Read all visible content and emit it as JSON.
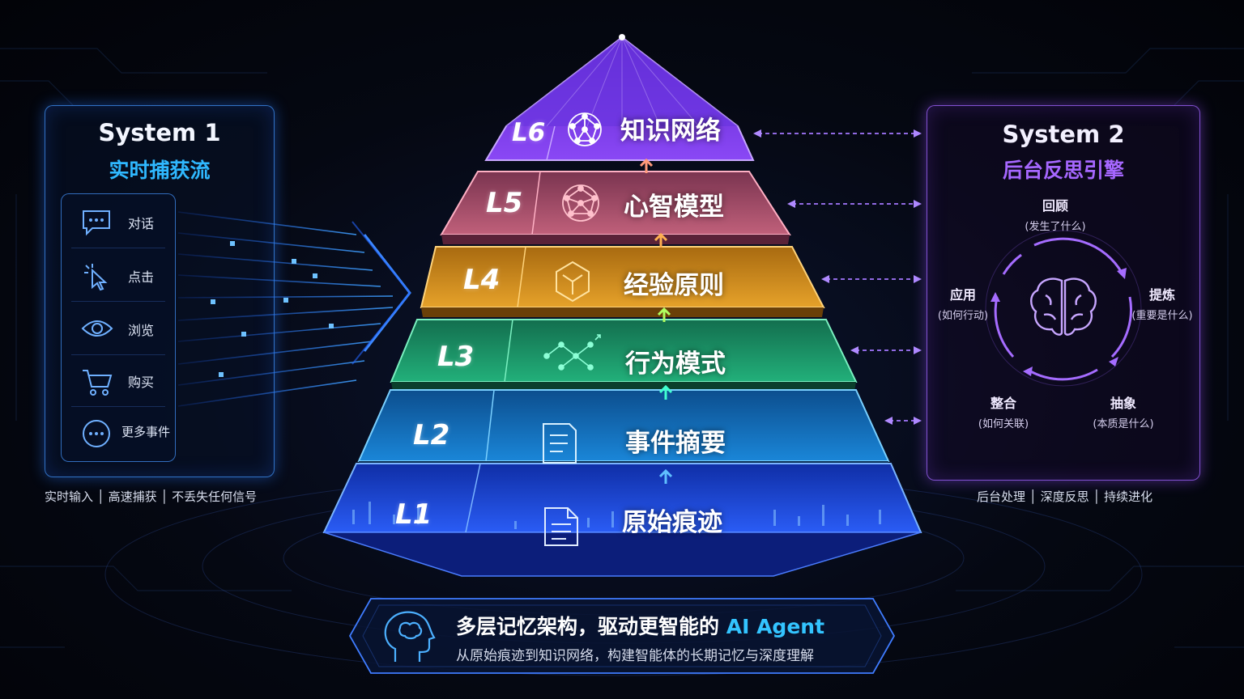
{
  "system1": {
    "title": "System 1",
    "subtitle": "实时捕获流",
    "items": [
      {
        "label": "对话",
        "icon": "chat-bubble-icon"
      },
      {
        "label": "点击",
        "icon": "cursor-click-icon"
      },
      {
        "label": "浏览",
        "icon": "eye-icon"
      },
      {
        "label": "购买",
        "icon": "shopping-cart-icon"
      },
      {
        "label": "更多事件",
        "icon": "more-dots-icon"
      }
    ],
    "footer": "实时输入 │ 高速捕获 │ 不丢失任何信号"
  },
  "pyramid": {
    "levels": [
      {
        "id": "L6",
        "name": "知识网络",
        "icon": "knowledge-network-icon",
        "color": "#7a3cf0"
      },
      {
        "id": "L5",
        "name": "心智模型",
        "icon": "mind-model-icon",
        "color": "#b0506e"
      },
      {
        "id": "L4",
        "name": "经验原则",
        "icon": "hexagon-principle-icon",
        "color": "#d18a18"
      },
      {
        "id": "L3",
        "name": "行为模式",
        "icon": "pattern-nodes-icon",
        "color": "#1f9e6a"
      },
      {
        "id": "L2",
        "name": "事件摘要",
        "icon": "document-summary-icon",
        "color": "#1777c8"
      },
      {
        "id": "L1",
        "name": "原始痕迹",
        "icon": "document-icon",
        "color": "#1f4fe0"
      }
    ]
  },
  "system2": {
    "title": "System 2",
    "subtitle": "后台反思引擎",
    "center_icon": "brain-icon",
    "cycle": [
      {
        "title": "回顾",
        "desc": "(发生了什么)"
      },
      {
        "title": "提炼",
        "desc": "(重要是什么)"
      },
      {
        "title": "抽象",
        "desc": "(本质是什么)"
      },
      {
        "title": "整合",
        "desc": "(如何关联)"
      },
      {
        "title": "应用",
        "desc": "(如何行动)"
      }
    ],
    "footer": "后台处理 │ 深度反思 │ 持续进化"
  },
  "banner": {
    "title": "多层记忆架构，驱动更智能的",
    "title_accent": "AI Agent",
    "subtitle": "从原始痕迹到知识网络，构建智能体的长期记忆与深度理解",
    "icon": "head-brain-icon"
  },
  "colors": {
    "system1_accent": "#2fb8ff",
    "system2_accent": "#a667ff",
    "banner_accent": "#33c4ff"
  }
}
